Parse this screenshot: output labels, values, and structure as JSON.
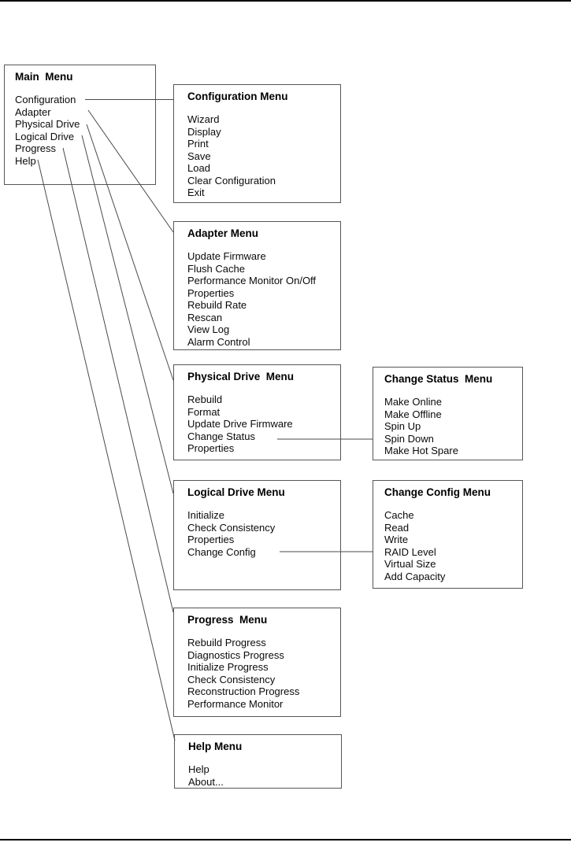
{
  "diagram": {
    "main_menu": {
      "title": "Main  Menu",
      "items": [
        "Configuration",
        "Adapter",
        "Physical Drive",
        "Logical Drive",
        "Progress",
        "Help"
      ]
    },
    "submenus": [
      {
        "key": "configuration",
        "title": "Configuration Menu",
        "items": [
          "Wizard",
          "Display",
          "Print",
          "Save",
          "Load",
          "Clear Configuration",
          "Exit"
        ]
      },
      {
        "key": "adapter",
        "title": "Adapter Menu",
        "items": [
          "Update Firmware",
          "Flush Cache",
          "Performance Monitor On/Off",
          "Properties",
          "Rebuild Rate",
          "Rescan",
          "View Log",
          "Alarm Control"
        ]
      },
      {
        "key": "physical_drive",
        "title": "Physical Drive  Menu",
        "items": [
          "Rebuild",
          "Format",
          "Update Drive Firmware",
          "Change Status",
          "Properties"
        ]
      },
      {
        "key": "change_status",
        "title": "Change Status  Menu",
        "items": [
          "Make Online",
          "Make Offline",
          "Spin Up",
          "Spin Down",
          "Make Hot Spare"
        ]
      },
      {
        "key": "logical_drive",
        "title": "Logical Drive Menu",
        "items": [
          "Initialize",
          "Check Consistency",
          "Properties",
          "Change Config"
        ]
      },
      {
        "key": "change_config",
        "title": "Change Config Menu",
        "items": [
          "Cache",
          "Read",
          "Write",
          "RAID Level",
          "Virtual Size",
          "Add Capacity"
        ]
      },
      {
        "key": "progress",
        "title": "Progress  Menu",
        "items": [
          "Rebuild Progress",
          "Diagnostics Progress",
          "Initialize Progress",
          "Check Consistency",
          "Reconstruction Progress",
          "Performance Monitor"
        ]
      },
      {
        "key": "help",
        "title": "Help Menu",
        "items": [
          "Help",
          "About..."
        ]
      }
    ],
    "connections": [
      {
        "from": "Main Menu: Configuration",
        "to": "Configuration Menu"
      },
      {
        "from": "Main Menu: Adapter",
        "to": "Adapter Menu"
      },
      {
        "from": "Main Menu: Physical Drive",
        "to": "Physical Drive Menu"
      },
      {
        "from": "Main Menu: Logical Drive",
        "to": "Logical Drive Menu"
      },
      {
        "from": "Main Menu: Progress",
        "to": "Progress Menu"
      },
      {
        "from": "Main Menu: Help",
        "to": "Help Menu"
      },
      {
        "from": "Physical Drive Menu: Change Status",
        "to": "Change Status Menu"
      },
      {
        "from": "Logical Drive Menu: Change Config",
        "to": "Change Config Menu"
      }
    ]
  }
}
